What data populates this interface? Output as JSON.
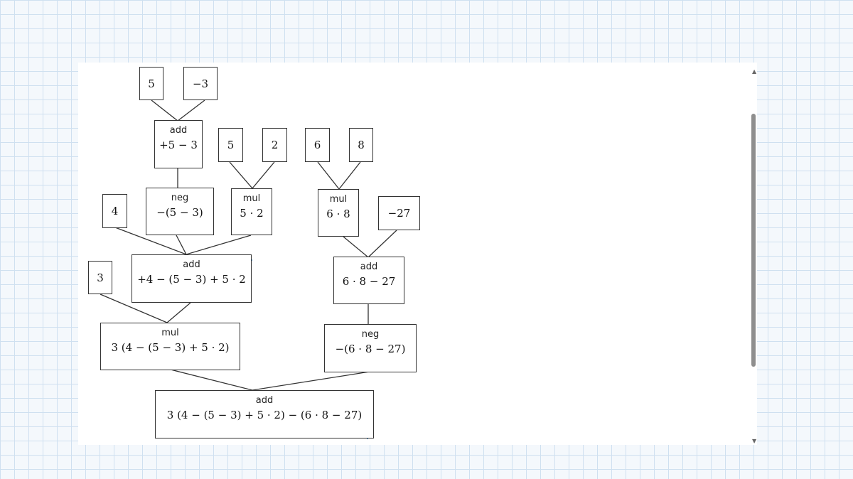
{
  "colors": {
    "ink": "#222222",
    "annotation_blue": "#1f7ac4",
    "annotation_red": "#d0452a",
    "grid": "#cfe0f0"
  },
  "nodes": {
    "leaf_5a": "5",
    "leaf_neg3": "−3",
    "add1": {
      "op": "add",
      "expr": "+5 − 3"
    },
    "leaf_5b": "5",
    "leaf_2": "2",
    "leaf_6": "6",
    "leaf_8": "8",
    "leaf_4": "4",
    "neg1": {
      "op": "neg",
      "expr": "−(5 − 3)"
    },
    "mul1": {
      "op": "mul",
      "expr": "5 · 2"
    },
    "mul2": {
      "op": "mul",
      "expr": "6 · 8"
    },
    "leaf_neg27": "−27",
    "leaf_3": "3",
    "add2": {
      "op": "add",
      "expr": "+4 − (5 − 3) + 5 · 2"
    },
    "add3": {
      "op": "add",
      "expr": "6 · 8 − 27"
    },
    "mul3": {
      "op": "mul",
      "expr": "3 (4 − (5 − 3) + 5 · 2)"
    },
    "neg2": {
      "op": "neg",
      "expr": "−(6 · 8 − 27)"
    },
    "root": {
      "op": "add",
      "expr": "3 (4 − (5 − 3) + 5 · 2) − (6 · 8 − 27)"
    }
  }
}
